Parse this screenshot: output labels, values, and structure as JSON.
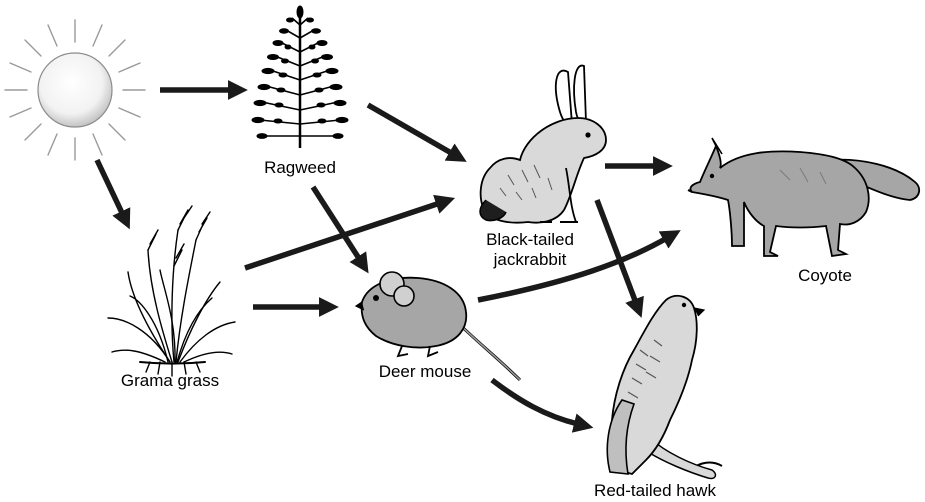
{
  "organisms": {
    "sun": {
      "icon": "sun-icon"
    },
    "ragweed": {
      "label": "Ragweed",
      "icon": "ragweed-icon"
    },
    "grama_grass": {
      "label": "Grama grass",
      "icon": "grama-grass-icon"
    },
    "jackrabbit": {
      "label_line1": "Black-tailed",
      "label_line2": "jackrabbit",
      "icon": "jackrabbit-icon"
    },
    "deer_mouse": {
      "label": "Deer mouse",
      "icon": "deer-mouse-icon"
    },
    "coyote": {
      "label": "Coyote",
      "icon": "coyote-icon"
    },
    "hawk": {
      "label": "Red-tailed hawk",
      "icon": "hawk-icon"
    }
  },
  "arrows": [
    {
      "from": "Sun",
      "to": "Ragweed"
    },
    {
      "from": "Sun",
      "to": "Grama grass"
    },
    {
      "from": "Ragweed",
      "to": "Black-tailed jackrabbit"
    },
    {
      "from": "Ragweed",
      "to": "Deer mouse"
    },
    {
      "from": "Grama grass",
      "to": "Black-tailed jackrabbit"
    },
    {
      "from": "Grama grass",
      "to": "Deer mouse"
    },
    {
      "from": "Black-tailed jackrabbit",
      "to": "Coyote"
    },
    {
      "from": "Black-tailed jackrabbit",
      "to": "Red-tailed hawk"
    },
    {
      "from": "Deer mouse",
      "to": "Coyote"
    },
    {
      "from": "Deer mouse",
      "to": "Red-tailed hawk"
    }
  ],
  "colors": {
    "arrow": "#1a1a1a",
    "sun_stroke": "#9a9a9a",
    "animal_fill": "#a6a6a6",
    "line": "#000000"
  }
}
